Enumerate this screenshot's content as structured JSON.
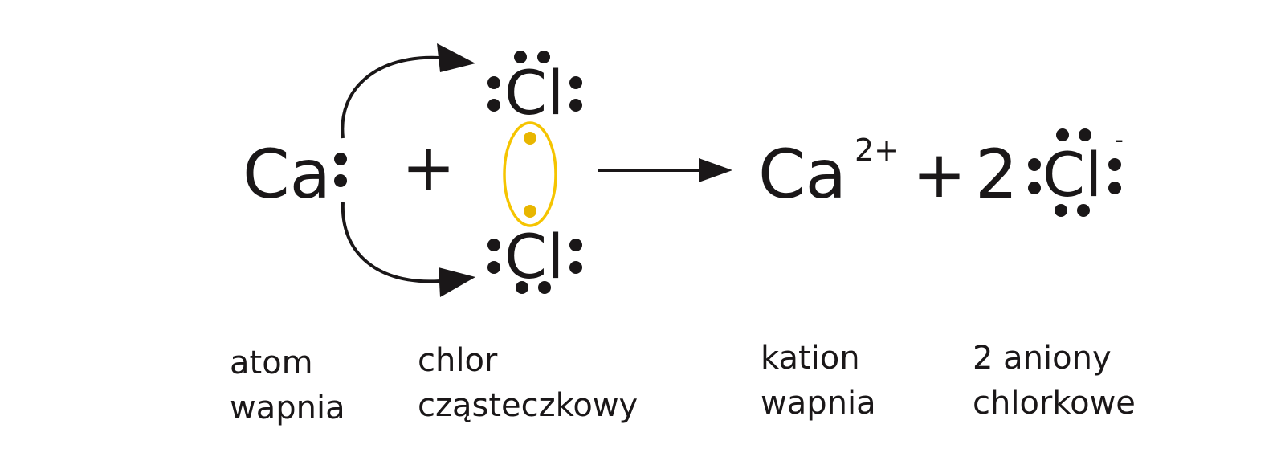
{
  "reaction": {
    "reactant_1": {
      "symbol": "Ca",
      "valence_electrons": 2
    },
    "plus_1": "+",
    "reactant_2": {
      "atom_top": "Cl",
      "atom_bottom": "Cl",
      "shared_pair_highlight_color": "#f5c400",
      "shared_dot_color": "#e8b600"
    },
    "arrow": "→",
    "product_1": {
      "symbol": "Ca",
      "charge": "2+"
    },
    "plus_2": "+",
    "product_2": {
      "coefficient": "2",
      "symbol": "Cl",
      "charge": "-"
    }
  },
  "labels": [
    {
      "line1": "atom",
      "line2": "wapnia"
    },
    {
      "line1": "chlor",
      "line2": "cząsteczkowy"
    },
    {
      "line1": "kation",
      "line2": "wapnia"
    },
    {
      "line1": "2 aniony",
      "line2": "chlorkowe"
    }
  ],
  "colors": {
    "ink": "#1a1718",
    "highlight": "#f5c400"
  }
}
